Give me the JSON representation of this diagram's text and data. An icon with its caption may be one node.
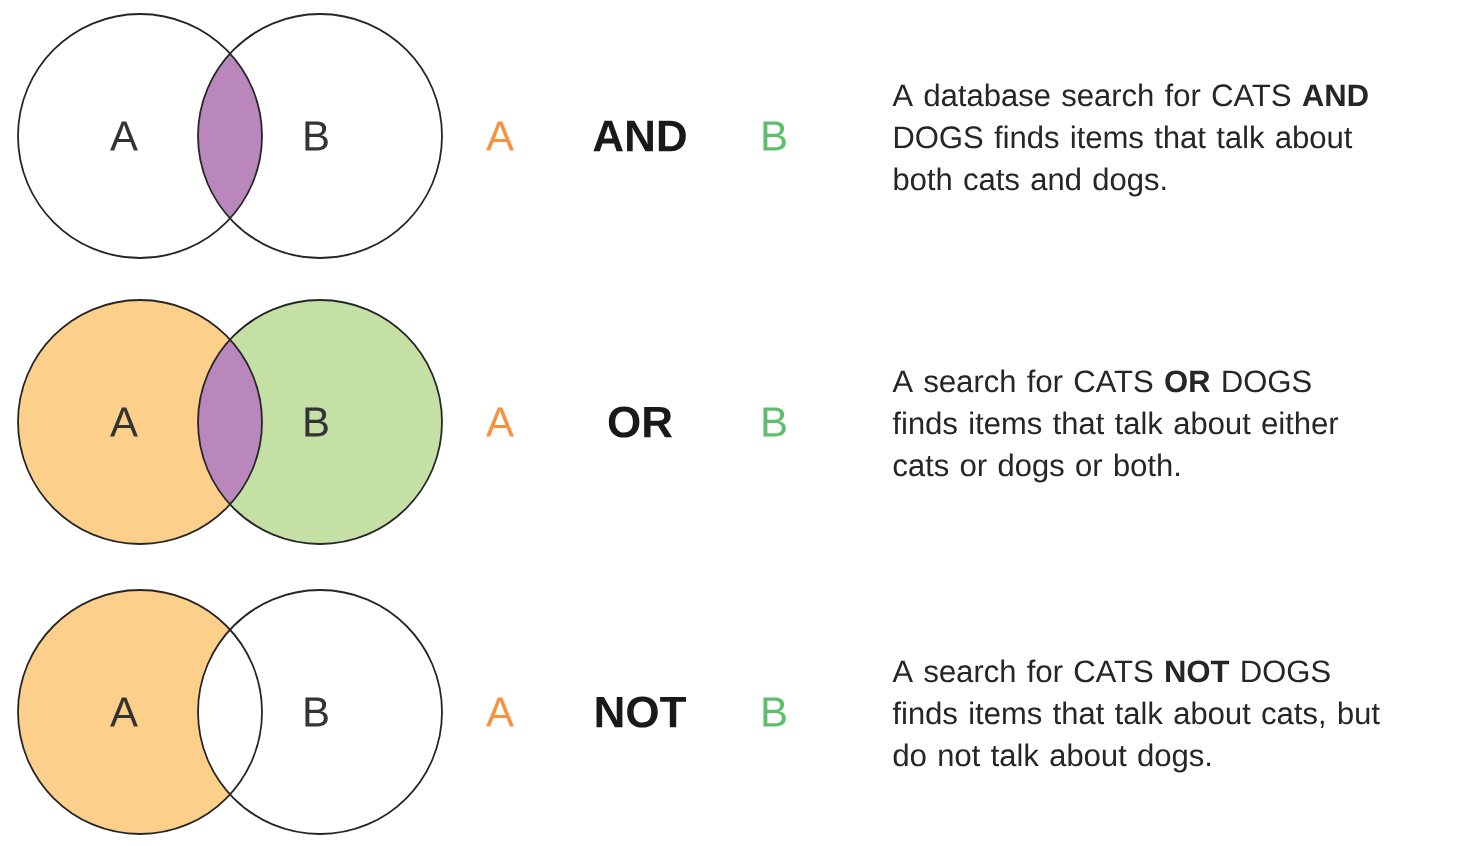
{
  "diagram": {
    "nodes": [
      {
        "text": [
          "A"
        ]
      },
      {
        "text": [
          "B"
        ]
      },
      {
        "text": [
          "A"
        ]
      },
      {
        "text": [
          "B"
        ]
      },
      {
        "text": [
          "A"
        ]
      },
      {
        "text": [
          "B"
        ]
      }
    ],
    "labels": [
      "A",
      "AND",
      "B",
      "A database search for CATS **AND** DOGS finds items that talk about both cats and dogs.",
      "A",
      "OR",
      "B",
      "A search for CATS **OR** DOGS finds items that talk about either cats or dogs or both.",
      "A",
      "NOT",
      "B",
      "A search for CATS **NOT** DOGS finds items that talk about cats, but do not talk about dogs."
    ]
  }
}
